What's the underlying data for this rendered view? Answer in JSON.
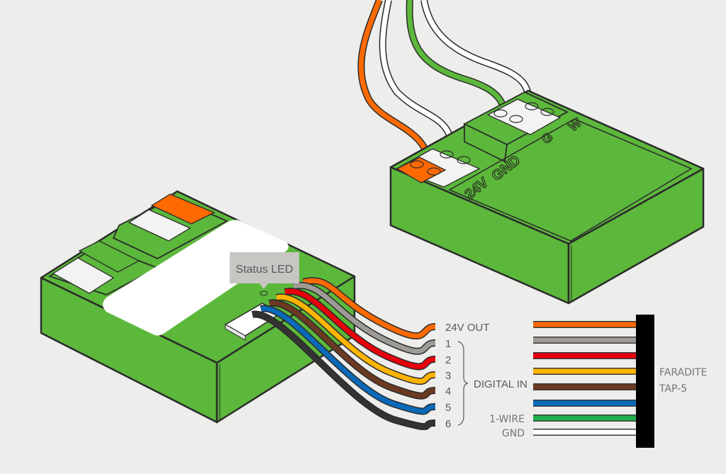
{
  "title": "FARADITE TAP-5 wiring diagram",
  "colors": {
    "background": "#ededeb",
    "device_green": "#5cb83b",
    "outline": "#2b2b2b",
    "label_box": "#c8c6c2"
  },
  "status_led": {
    "label": "Status LED"
  },
  "right_device": {
    "terminal_labels": [
      "24V",
      "GND",
      "G",
      "W"
    ]
  },
  "left_wires": [
    {
      "label": "24V OUT",
      "color": "#ff6a00"
    },
    {
      "label": "1",
      "color": "#9e9b97"
    },
    {
      "label": "2",
      "color": "#e8000b"
    },
    {
      "label": "3",
      "color": "#ffb400"
    },
    {
      "label": "4",
      "color": "#6b3a22"
    },
    {
      "label": "5",
      "color": "#0a6ab9"
    },
    {
      "label": "6",
      "color": "#333333"
    }
  ],
  "digital_in_group": {
    "label": "DIGITAL IN"
  },
  "tap_wires": [
    {
      "label": "",
      "color": "#ff6a00"
    },
    {
      "label": "",
      "color": "#9e9b97"
    },
    {
      "label": "",
      "color": "#e8000b"
    },
    {
      "label": "",
      "color": "#ffb400"
    },
    {
      "label": "",
      "color": "#6b3a22"
    },
    {
      "label": "",
      "color": "#0a6ab9"
    },
    {
      "label": "1-WIRE",
      "color": "#22b04b"
    },
    {
      "label": "GND",
      "color": "#ffffff"
    }
  ],
  "connector": {
    "name_line1": "FARADITE",
    "name_line2": "TAP-5"
  }
}
